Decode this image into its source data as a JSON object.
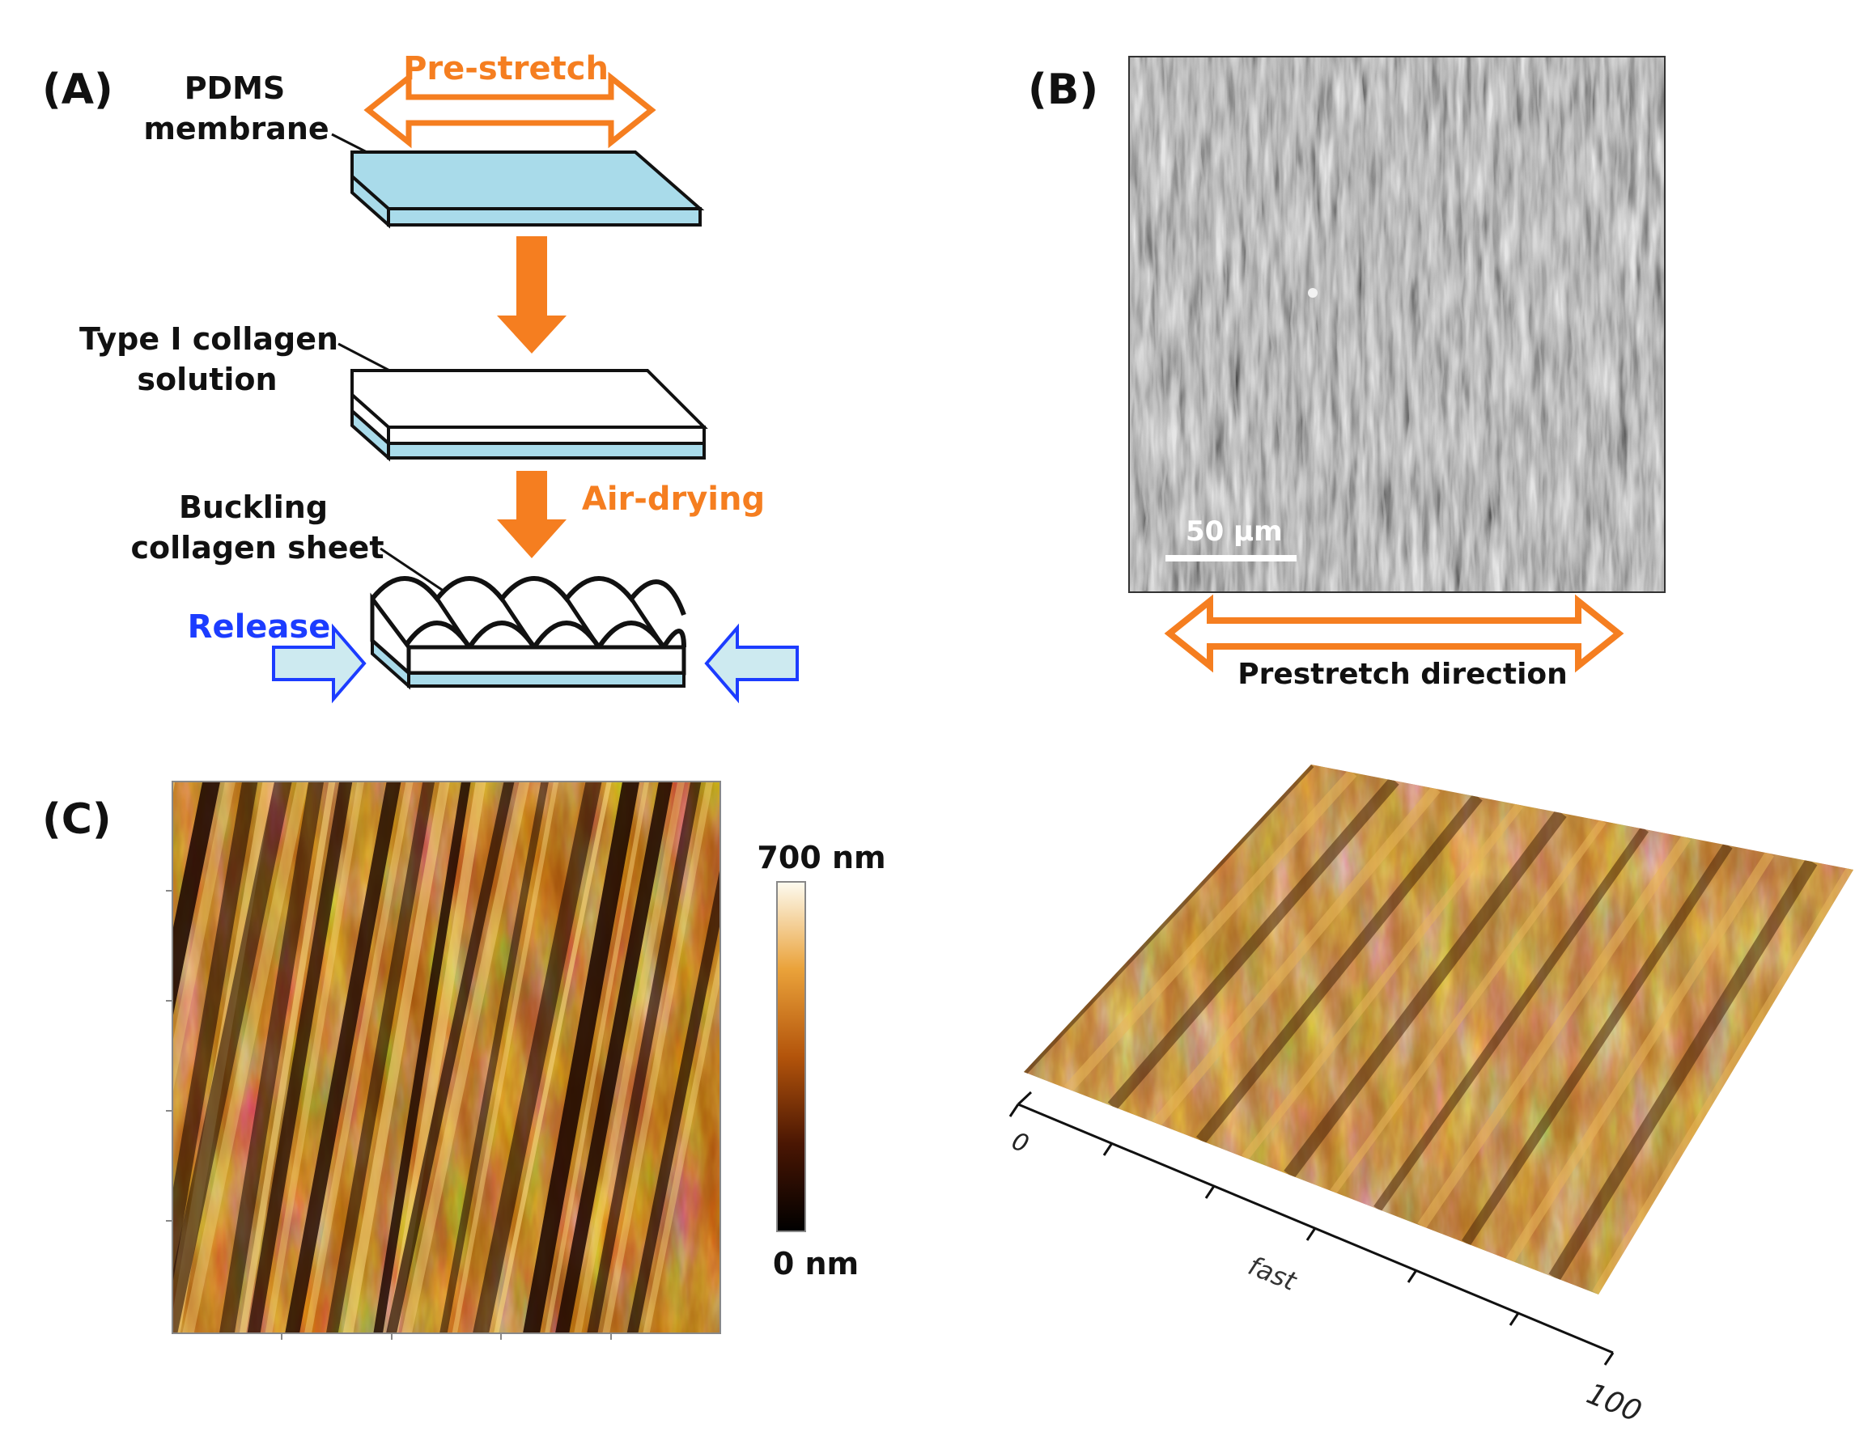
{
  "panel_a": {
    "label": "(A)",
    "pre_stretch": "Pre-stretch",
    "pdms_line1": "PDMS",
    "pdms_line2": "membrane",
    "collagen_line1": "Type I collagen",
    "collagen_line2": "solution",
    "air_drying": "Air-drying",
    "buckling_line1": "Buckling",
    "buckling_line2": "collagen sheet",
    "release": "Release"
  },
  "panel_b": {
    "label": "(B)",
    "scale_bar": "50 µm",
    "direction": "Prestretch direction"
  },
  "panel_c": {
    "label": "(C)",
    "colorbar_max": "700 nm",
    "colorbar_min": "0 nm",
    "axis_tick_start": "0",
    "axis_tick_end": "100",
    "axis_label": "fast"
  },
  "colors": {
    "orange": "#f57e20",
    "blue": "#1c3cff",
    "pdms": "#a9dbea",
    "afm_dark": "#2a0e02",
    "afm_light": "#f8e7a0"
  }
}
